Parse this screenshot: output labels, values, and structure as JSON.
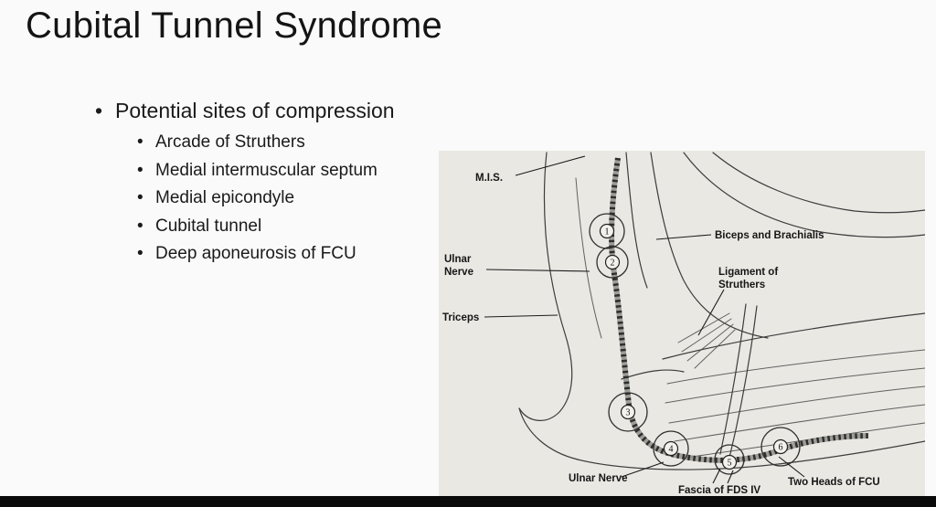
{
  "slide": {
    "title": "Cubital Tunnel Syndrome",
    "bullet_main": "Potential sites of compression",
    "bullet_sub": [
      "Arcade of Struthers",
      "Medial intermuscular septum",
      "Medial epicondyle",
      "Cubital tunnel",
      "Deep aponeurosis of FCU"
    ]
  },
  "figure": {
    "labels": {
      "mis": "M.I.S.",
      "ulnar_upper_line1": "Ulnar",
      "ulnar_upper_line2": "Nerve",
      "triceps": "Triceps",
      "biceps": "Biceps and Brachialis",
      "ligament_line1": "Ligament of",
      "ligament_line2": "Struthers",
      "ulnar_lower": "Ulnar Nerve",
      "fascia": "Fascia of FDS IV",
      "two_heads": "Two Heads of FCU"
    },
    "markers": [
      "1",
      "2",
      "3",
      "4",
      "5",
      "6"
    ]
  },
  "colors": {
    "slide_bg": "#fafafa",
    "figure_bg": "#e9e8e3",
    "text": "#141414",
    "line_art": "#3c3c3c"
  }
}
